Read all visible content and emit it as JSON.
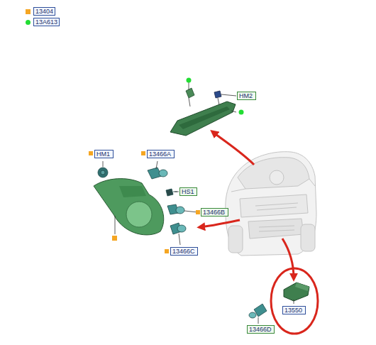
{
  "diagram": {
    "nodes": [
      {
        "text": [
          "HM2"
        ]
      },
      {
        "text": [
          "HM1"
        ]
      },
      {
        "text": [
          "13466A"
        ]
      },
      {
        "text": [
          "HS1"
        ]
      },
      {
        "text": [
          "13466B"
        ]
      },
      {
        "text": [
          "13466C"
        ]
      },
      {
        "text": [
          "13550"
        ]
      },
      {
        "text": [
          "13466D"
        ]
      }
    ],
    "legend": [
      {
        "text": "13404",
        "color": "#f5a623"
      },
      {
        "text": "13A613",
        "color": "#22dd33"
      }
    ]
  }
}
